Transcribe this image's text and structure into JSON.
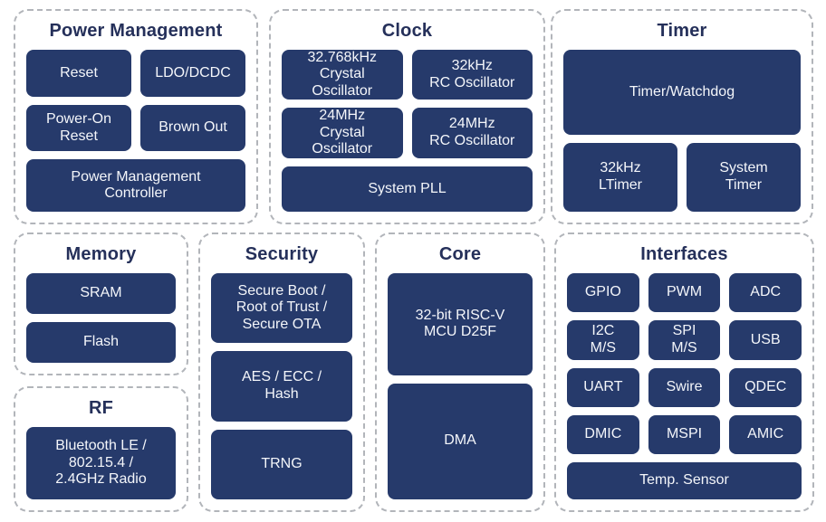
{
  "diagram": {
    "type": "soc-block-diagram",
    "colors": {
      "block_background": "#263a6b",
      "block_text": "#f4f6fa",
      "section_title": "#25305a",
      "container_border": "#b2b5ba",
      "page_background": "#ffffff"
    },
    "sections": {
      "power_management": {
        "title": "Power Management",
        "blocks": {
          "reset": "Reset",
          "ldo_dcdc": "LDO/DCDC",
          "power_on_reset": "Power-On\nReset",
          "brown_out": "Brown Out",
          "pm_controller": "Power Management\nController"
        }
      },
      "clock": {
        "title": "Clock",
        "blocks": {
          "xtal_32k": "32.768kHz\nCrystal\nOscillator",
          "rc_32k": "32kHz\nRC Oscillator",
          "xtal_24m": "24MHz\nCrystal\nOscillator",
          "rc_24m": "24MHz\nRC Oscillator",
          "system_pll": "System PLL"
        }
      },
      "timer": {
        "title": "Timer",
        "blocks": {
          "timer_watchdog": "Timer/Watchdog",
          "ltimer_32k": "32kHz\nLTimer",
          "system_timer": "System\nTimer"
        }
      },
      "memory": {
        "title": "Memory",
        "blocks": {
          "sram": "SRAM",
          "flash": "Flash"
        }
      },
      "rf": {
        "title": "RF",
        "blocks": {
          "radio": "Bluetooth LE /\n802.15.4 /\n2.4GHz Radio"
        }
      },
      "security": {
        "title": "Security",
        "blocks": {
          "secure_boot": "Secure Boot /\nRoot of Trust /\nSecure OTA",
          "aes_ecc_hash": "AES / ECC /\nHash",
          "trng": "TRNG"
        }
      },
      "core": {
        "title": "Core",
        "blocks": {
          "mcu": "32-bit RISC-V\nMCU D25F",
          "dma": "DMA"
        }
      },
      "interfaces": {
        "title": "Interfaces",
        "blocks": {
          "gpio": "GPIO",
          "pwm": "PWM",
          "adc": "ADC",
          "i2c": "I2C\nM/S",
          "spi": "SPI\nM/S",
          "usb": "USB",
          "uart": "UART",
          "swire": "Swire",
          "qdec": "QDEC",
          "dmic": "DMIC",
          "mspi": "MSPI",
          "amic": "AMIC",
          "temp_sensor": "Temp. Sensor"
        }
      }
    }
  }
}
